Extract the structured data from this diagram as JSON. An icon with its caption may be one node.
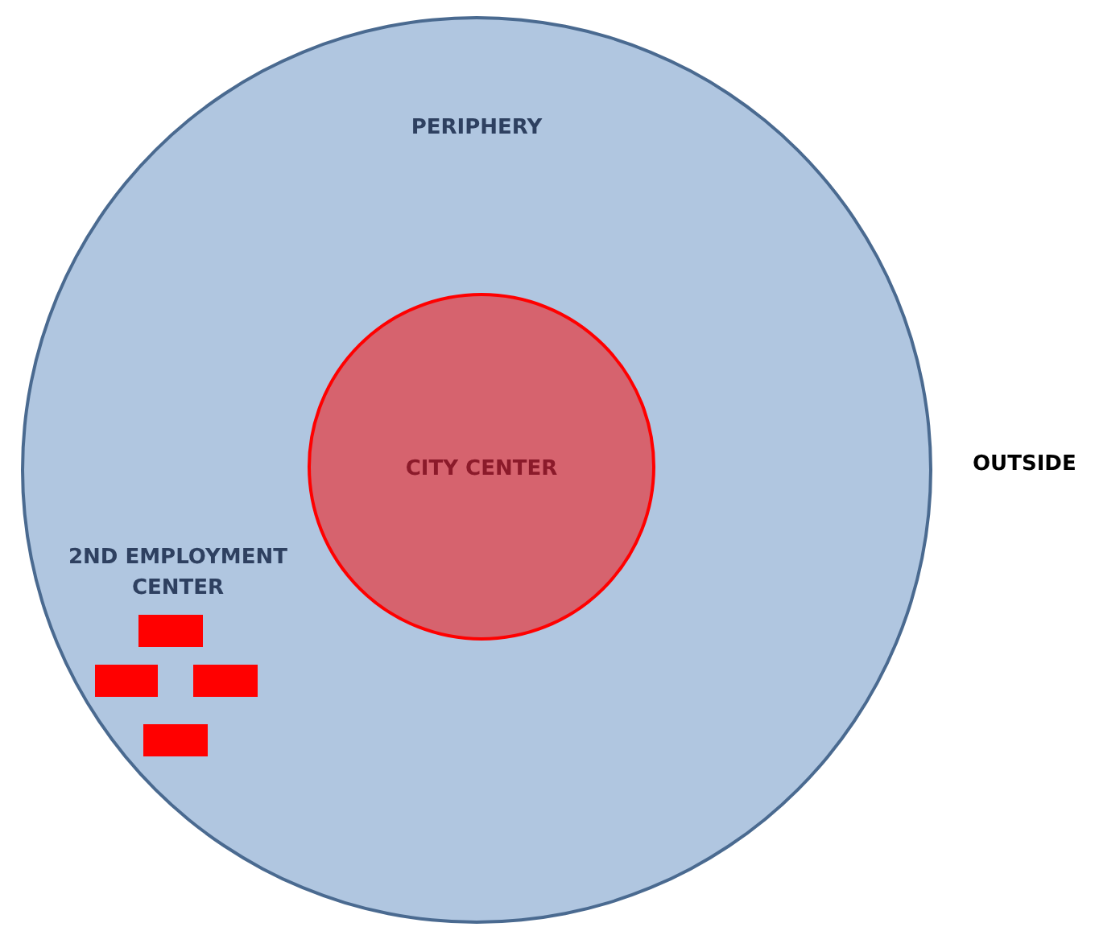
{
  "diagram": {
    "nodes": [
      {
        "text": [
          "PERIPHERY"
        ]
      },
      {
        "text": [
          "CITY CENTER"
        ],
        "in": 0
      }
    ],
    "labels": [
      "OUTSIDE",
      "2ND EMPLOYMENT CENTER"
    ]
  }
}
